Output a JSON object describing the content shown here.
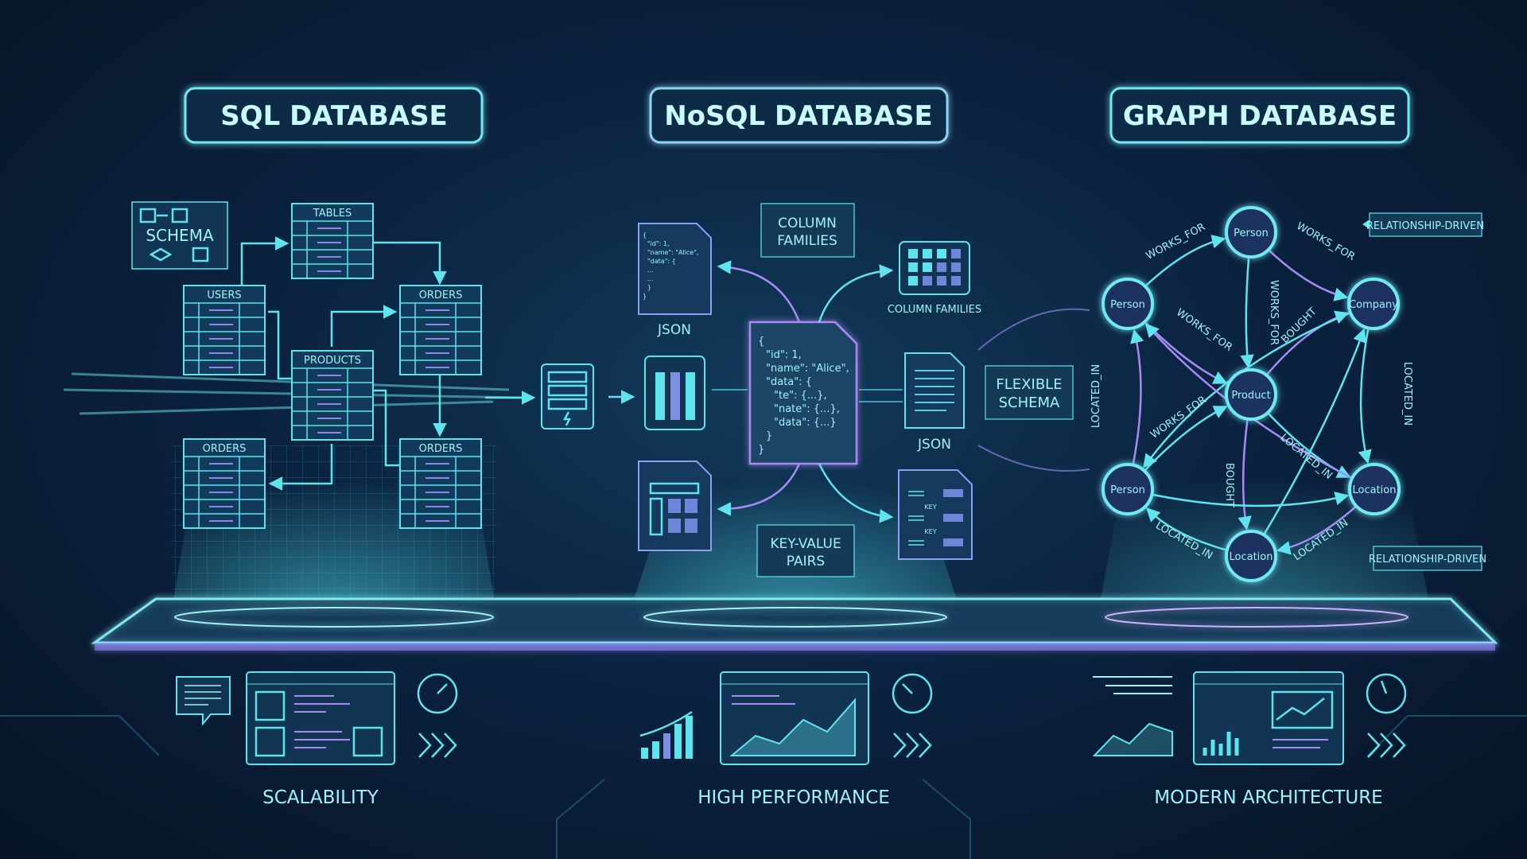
{
  "colors": {
    "background": "#0b2340",
    "accent_cyan": "#5fe3ef",
    "accent_purple": "#a58cf5"
  },
  "sections": {
    "sql": {
      "title": "SQL DATABASE",
      "schema_label": "SCHEMA",
      "tables": [
        "TABLES",
        "USERS",
        "ORDERS",
        "PRODUCTS",
        "ORDERS",
        "ORDERS"
      ]
    },
    "nosql": {
      "title": "NoSQL DATABASE",
      "column_families_callout": "COLUMN FAMILIES",
      "column_families_label": "COLUMN FAMILIES",
      "json_label_left": "JSON",
      "json_label_right": "JSON",
      "flexible_schema": "FLEXIBLE SCHEMA",
      "key_value_pairs": "KEY-VALUE PAIRS",
      "kv_doc_keys": [
        "KEY",
        "KEY"
      ],
      "small_doc_lines": [
        "{",
        "\"id\": 1,",
        "\"name\": \"Alice\",",
        "\"data\": {",
        "...",
        "...",
        "}",
        "}"
      ],
      "central_doc_lines": [
        "{",
        "\"id\": 1,",
        "\"name\": \"Alice\",",
        "\"data\": {",
        "\"te\": {...},",
        "\"nate\": {...},",
        "\"data\": {...}",
        "}",
        "}"
      ]
    },
    "graph": {
      "title": "GRAPH DATABASE",
      "callouts": [
        "RELATIONSHIP-DRIVEN",
        "RELATIONSHIP-DRIVEN"
      ],
      "nodes": [
        "Person",
        "Person",
        "Company",
        "Product",
        "Person",
        "Location",
        "Location"
      ],
      "edge_labels": [
        "WORKS_FOR",
        "WORKS_FOR",
        "WORKS_FOR",
        "WORKS_FOR",
        "BOUGHT",
        "WORKS_FOR",
        "LOCATED_IN",
        "LOCATED_IN",
        "LOCATED_IN",
        "BOUGHT",
        "LOCATED_IN",
        "LOCATED_IN"
      ]
    }
  },
  "features": [
    {
      "label": "SCALABILITY",
      "icons": [
        "chat-icon",
        "dashboard-icon",
        "gauge-icon",
        "chevrons-icon"
      ]
    },
    {
      "label": "HIGH PERFORMANCE",
      "icons": [
        "bar-chart-icon",
        "area-chart-window-icon",
        "gauge-icon",
        "chevrons-icon"
      ]
    },
    {
      "label": "MODERN ARCHITECTURE",
      "icons": [
        "area-chart-icon",
        "analytics-window-icon",
        "gauge-icon",
        "chevrons-icon"
      ]
    }
  ]
}
